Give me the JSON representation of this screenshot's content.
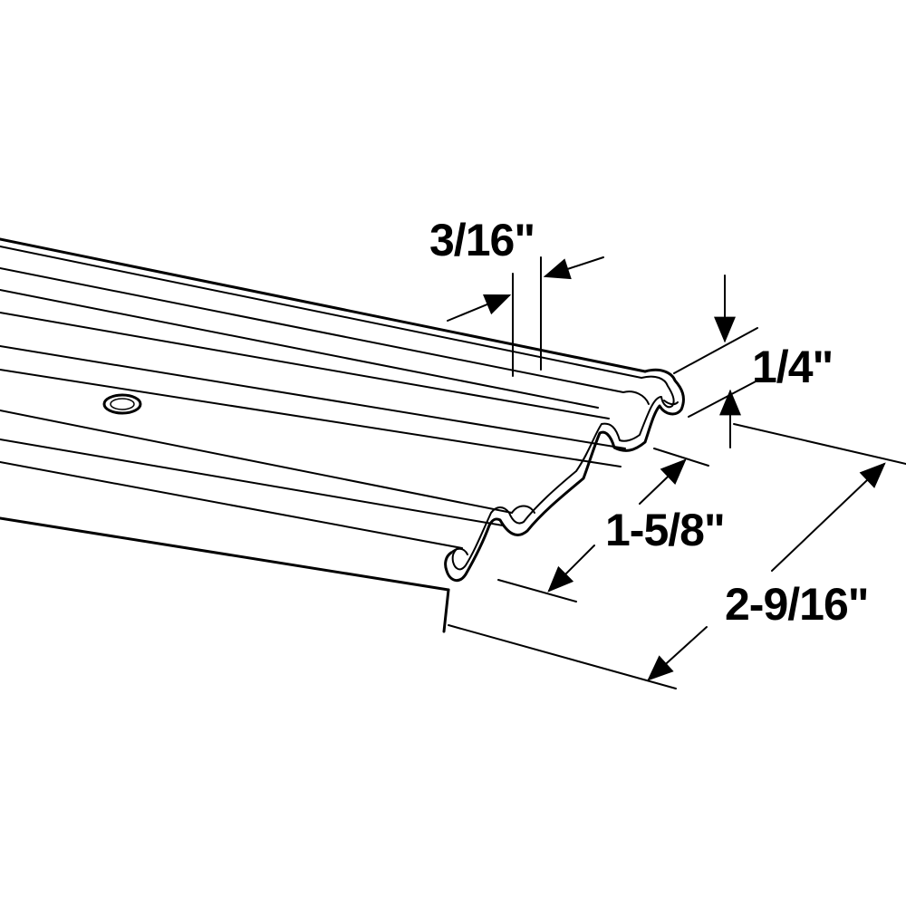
{
  "diagram": {
    "colors": {
      "line": "#000000",
      "background": "#ffffff"
    },
    "dimensions": [
      {
        "id": "flange_gap",
        "label": "3/16\""
      },
      {
        "id": "lip_height",
        "label": "1/4\""
      },
      {
        "id": "track_spacing",
        "label": "1-5/8\""
      },
      {
        "id": "overall_width",
        "label": "2-9/16\""
      }
    ]
  }
}
